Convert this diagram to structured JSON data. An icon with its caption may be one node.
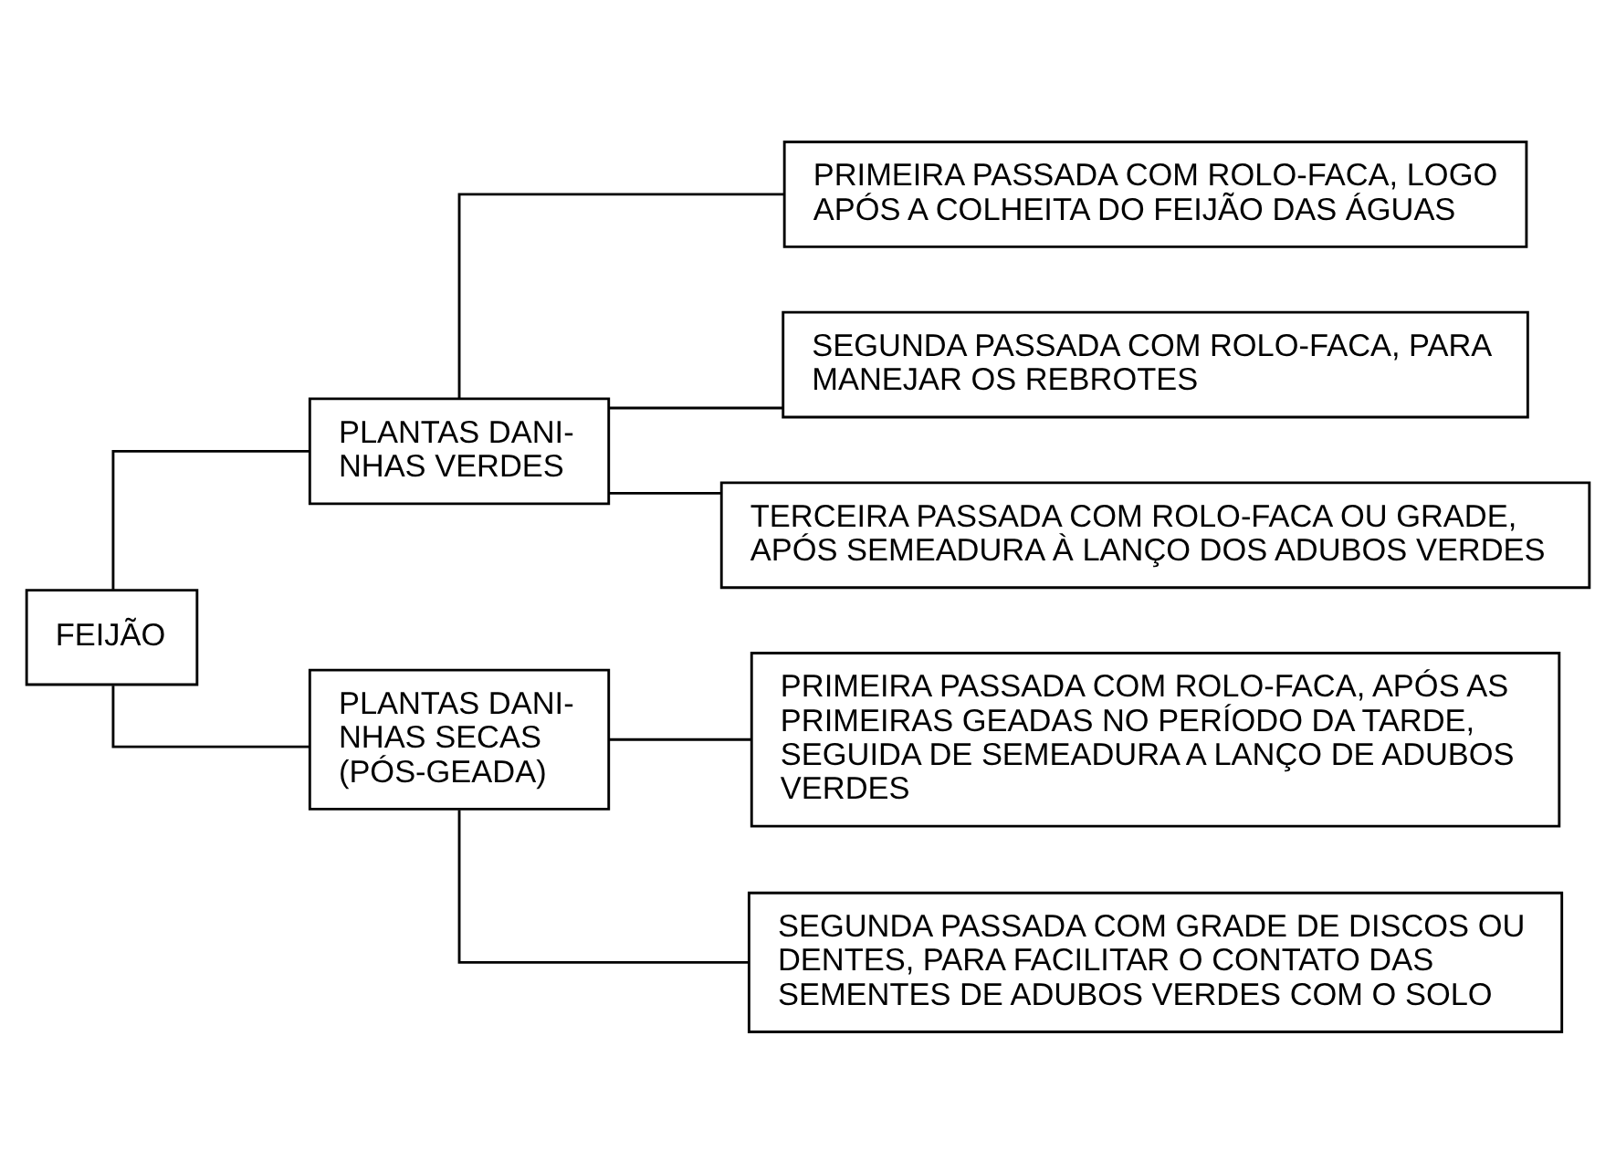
{
  "diagram": {
    "nodes": [
      {
        "text": [
          "FEIJÃO"
        ]
      },
      {
        "text": [
          "PLANTAS DANI- NHAS VERDES"
        ]
      },
      {
        "text": [
          "PRIMEIRA PASSADA COM ROLO-FACA, LOGO APÓS A COLHEITA DO FEIJÃO DAS ÁGUAS"
        ]
      },
      {
        "text": [
          "SEGUNDA PASSADA COM ROLO-FACA, PARA MANEJAR OS REBROTES"
        ]
      },
      {
        "text": [
          "TERCEIRA PASSADA COM ROLO-FACA OU GRADE, APÓS SEMEADURA À LANÇO DOS ADUBOS VERDES"
        ]
      },
      {
        "text": [
          "PLANTAS DANI- NHAS SECAS (PÓS-GEADA)"
        ]
      },
      {
        "text": [
          "PRIMEIRA PASSADA COM ROLO-FACA, APÓS AS PRIMEIRAS GEADAS NO PERÍODO DA TARDE, SEGUIDA DE SEMEADURA A LANÇO DE ADUBOS VERDES"
        ]
      },
      {
        "text": [
          "SEGUNDA PASSADA COM GRADE DE DISCOS OU DENTES, PARA FACILITAR O CONTATO DAS SEMENTES DE ADUBOS VERDES COM O SOLO"
        ]
      }
    ],
    "edges": [
      {
        "from": 0,
        "to": 1,
        "arrow": "none"
      },
      {
        "from": 0,
        "to": 5,
        "arrow": "none"
      },
      {
        "from": 1,
        "to": 2,
        "arrow": "none"
      },
      {
        "from": 1,
        "to": 3,
        "arrow": "none"
      },
      {
        "from": 1,
        "to": 4,
        "arrow": "none"
      },
      {
        "from": 5,
        "to": 6,
        "arrow": "none"
      },
      {
        "from": 5,
        "to": 7,
        "arrow": "none"
      }
    ]
  }
}
